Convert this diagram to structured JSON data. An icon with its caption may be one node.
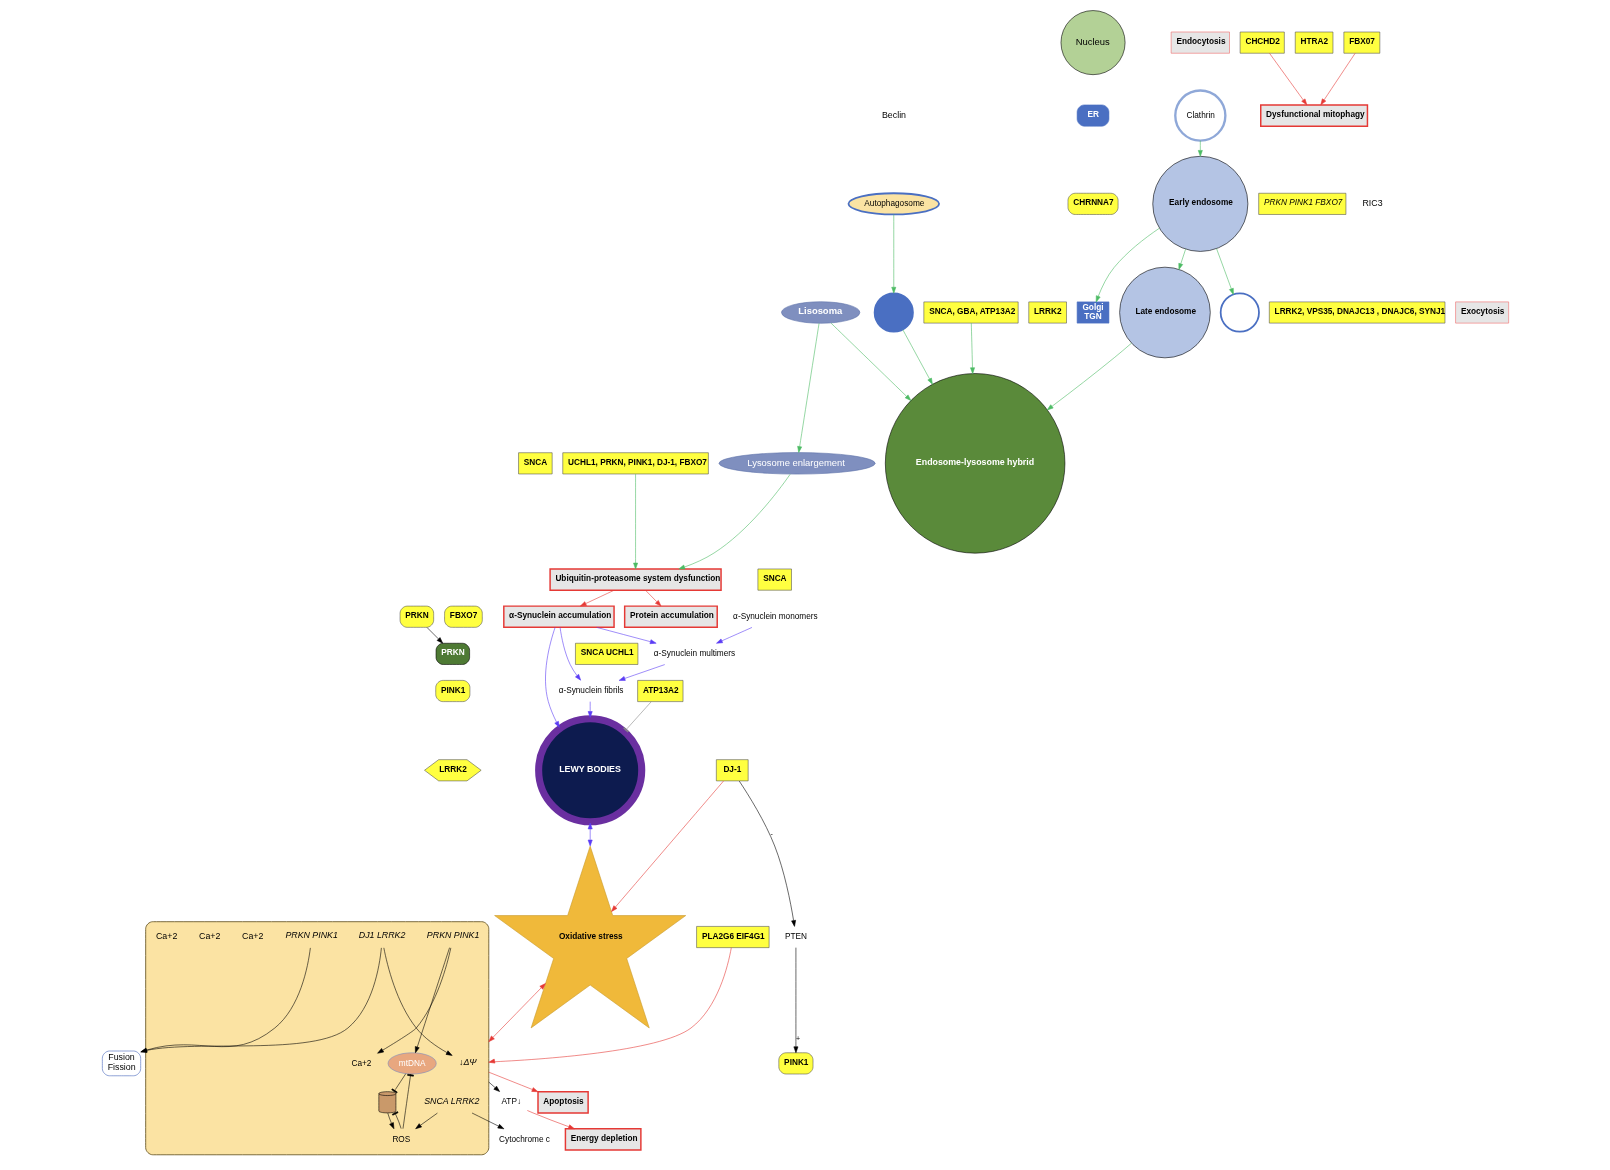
{
  "diagram": {
    "nodes": [
      {
        "text": [
          "SNCA"
        ]
      },
      {
        "text": [
          "α-Synuclein monomers"
        ]
      },
      {
        "text": [
          "α-Synuclein multimers"
        ]
      },
      {
        "text": [
          "α-Synuclein fibrils"
        ]
      },
      {
        "text": [
          "ATP13A2"
        ]
      },
      {
        "text": [
          "LEWY BODIES"
        ]
      },
      {
        "text": [
          "Protein accumulation"
        ]
      },
      {
        "text": [
          "α-Synuclein accumulation"
        ]
      },
      {
        "text": [
          "SNCA UCHL1"
        ]
      },
      {
        "text": [
          "FBXO7"
        ]
      },
      {
        "text": [
          "PRKN"
        ]
      },
      {
        "text": [
          "PRKN"
        ]
      },
      {
        "text": [
          "PINK1"
        ]
      },
      {
        "text": [
          "LRRK2"
        ]
      },
      {
        "text": [],
        "shape": "ellipse"
      },
      {
        "text": [
          "↓ΔΨ"
        ],
        "in": 14
      },
      {
        "text": [
          "PRKN PINK1"
        ],
        "in": 14
      },
      {
        "text": [
          "mtDNA"
        ],
        "in": 14
      },
      {
        "text": [
          "DJ1 LRRK2"
        ],
        "in": 14
      },
      {
        "text": [
          "PRKN PINK1"
        ],
        "in": 14
      },
      {
        "text": [
          "SNCA LRRK2"
        ],
        "in": 14
      },
      {
        "text": [
          "ROS"
        ],
        "in": 14
      },
      {
        "text": [],
        "shape": "cylinder",
        "in": 14
      },
      {
        "text": [
          "Fusion",
          "Fission"
        ]
      },
      {
        "text": [
          "PINK1"
        ]
      },
      {
        "text": [
          "PTEN"
        ]
      },
      {
        "text": [
          "DJ-1"
        ]
      },
      {
        "text": [
          "Oxidative stress"
        ]
      },
      {
        "text": [
          "CHCHD2"
        ]
      },
      {
        "text": [
          "HTRA2"
        ]
      },
      {
        "text": [
          "Cytochrome c"
        ]
      },
      {
        "text": [
          "ATP↓"
        ]
      },
      {
        "text": [
          "PLA2G6 EIF4G1"
        ]
      },
      {
        "text": [
          "Apoptosis"
        ]
      },
      {
        "text": [
          "Energy depletion"
        ]
      },
      {
        "text": [
          "Dysfunctional mitophagy"
        ]
      },
      {
        "text": [
          "FBX07"
        ]
      },
      {
        "text": [
          "SNCA"
        ]
      },
      {
        "text": [
          "Ubiquitin-proteasome system dysfunction"
        ]
      },
      {
        "text": [
          "UCHL1, PRKN, PINK1, DJ-1, FBXO7"
        ]
      },
      {
        "text": [
          "Lysosome enlargement"
        ]
      },
      {
        "text": [
          "LRRK2"
        ]
      },
      {
        "text": [
          "Lisosoma"
        ]
      },
      {
        "text": [
          "Nucleus"
        ]
      },
      {
        "text": [
          "ER"
        ]
      },
      {
        "text": [
          "CHRNNA7"
        ]
      },
      {
        "text": [
          "Golgi",
          "TGN"
        ]
      },
      {
        "text": [
          "Autophagosome"
        ]
      },
      {
        "text": [
          "PRKN PINK1 FBXO7"
        ]
      },
      {
        "text": [],
        "shape": "circle"
      },
      {
        "text": [
          "Endosome-lysosome hybrid"
        ]
      },
      {
        "text": [
          "SNCA, GBA, ATP13A2"
        ]
      },
      {
        "text": [
          "Late endosome"
        ]
      },
      {
        "text": [
          "Early endosome"
        ]
      },
      {
        "text": [
          "Clathrin"
        ]
      },
      {
        "text": [
          "Endocytosis"
        ]
      },
      {
        "text": [
          "LRRK2, VPS35, DNAJC13 , DNAJC6, SYNJ1"
        ]
      },
      {
        "text": [],
        "shape": "circle"
      },
      {
        "text": [
          "Exocytosis"
        ]
      },
      {
        "text": [
          "Ca+2"
        ],
        "in": 14
      }
    ],
    "edges": [
      {
        "from": 1,
        "to": 2,
        "arrow": "to",
        "color": "#5b3cf5"
      },
      {
        "from": 2,
        "to": 3,
        "arrow": "to",
        "color": "#5b3cf5"
      },
      {
        "from": 3,
        "to": 5,
        "arrow": "to",
        "color": "#5b3cf5"
      },
      {
        "from": 4,
        "to": 5,
        "arrow": "other",
        "color": "#888888"
      },
      {
        "from": 7,
        "to": 2,
        "arrow": "to",
        "color": "#5b3cf5"
      },
      {
        "from": 7,
        "to": 3,
        "arrow": "to",
        "color": "#5b3cf5"
      },
      {
        "from": 7,
        "to": 5,
        "arrow": "to",
        "color": "#5b3cf5"
      },
      {
        "from": 5,
        "to": 27,
        "arrow": "both",
        "color": "#5b3cf5"
      },
      {
        "from": 38,
        "to": 6,
        "arrow": "to",
        "color": "#e53935"
      },
      {
        "from": 38,
        "to": 7,
        "arrow": "to",
        "color": "#e53935"
      },
      {
        "from": 39,
        "to": 38,
        "arrow": "to",
        "color": "#4cbb64"
      },
      {
        "from": 40,
        "to": 38,
        "arrow": "to",
        "color": "#4cbb64"
      },
      {
        "from": 42,
        "to": 40,
        "arrow": "to",
        "color": "#4cbb64"
      },
      {
        "from": 42,
        "to": 50,
        "arrow": "to",
        "color": "#4cbb64"
      },
      {
        "from": 51,
        "to": 50,
        "arrow": "to",
        "color": "#4cbb64"
      },
      {
        "from": 52,
        "to": 50,
        "arrow": "to",
        "color": "#4cbb64"
      },
      {
        "from": 53,
        "to": 52,
        "arrow": "to",
        "color": "#4cbb64"
      },
      {
        "from": 54,
        "to": 53,
        "arrow": "to",
        "color": "#4cbb64"
      },
      {
        "from": 53,
        "to": 46,
        "arrow": "to",
        "color": "#4cbb64"
      },
      {
        "from": 53,
        "to": 57,
        "arrow": "to",
        "color": "#4cbb64"
      },
      {
        "from": 47,
        "to": 49,
        "arrow": "to",
        "color": "#4cbb64"
      },
      {
        "from": 49,
        "to": 50,
        "arrow": "to",
        "color": "#4cbb64"
      },
      {
        "from": 11,
        "to": 10,
        "arrow": "to"
      },
      {
        "from": 25,
        "to": 24,
        "arrow": "to",
        "label": "+"
      },
      {
        "from": 26,
        "to": 25,
        "arrow": "to",
        "label": "-"
      },
      {
        "from": 26,
        "to": 27,
        "arrow": "to",
        "color": "#e53935"
      },
      {
        "from": 27,
        "to": 14,
        "arrow": "both",
        "color": "#e53935"
      },
      {
        "from": 32,
        "to": 14,
        "arrow": "to",
        "color": "#e53935"
      },
      {
        "from": 14,
        "to": 33,
        "arrow": "to",
        "color": "#e53935"
      },
      {
        "from": 31,
        "to": 34,
        "arrow": "to",
        "color": "#e53935"
      },
      {
        "from": 28,
        "to": 35,
        "arrow": "to",
        "color": "#e53935"
      },
      {
        "from": 36,
        "to": 35,
        "arrow": "to",
        "color": "#e53935"
      },
      {
        "from": 16,
        "to": 17,
        "arrow": "to"
      },
      {
        "from": 16,
        "to": 59,
        "arrow": "to"
      },
      {
        "from": 18,
        "to": 15,
        "arrow": "to"
      },
      {
        "from": 18,
        "to": 23,
        "arrow": "to"
      },
      {
        "from": 19,
        "to": 23,
        "arrow": "to"
      },
      {
        "from": 20,
        "to": 21,
        "arrow": "to"
      },
      {
        "from": 20,
        "to": 30,
        "arrow": "to"
      },
      {
        "from": 22,
        "to": 21,
        "arrow": "to"
      },
      {
        "from": 21,
        "to": 22,
        "arrow": "other"
      },
      {
        "from": 21,
        "to": 17,
        "arrow": "other"
      },
      {
        "from": 17,
        "to": 22,
        "arrow": "other"
      },
      {
        "from": 14,
        "to": 31,
        "arrow": "to"
      }
    ],
    "labels": [
      "Ca+2",
      "Ca+2",
      "Ca+2",
      "RIC3",
      "Beclin"
    ]
  }
}
